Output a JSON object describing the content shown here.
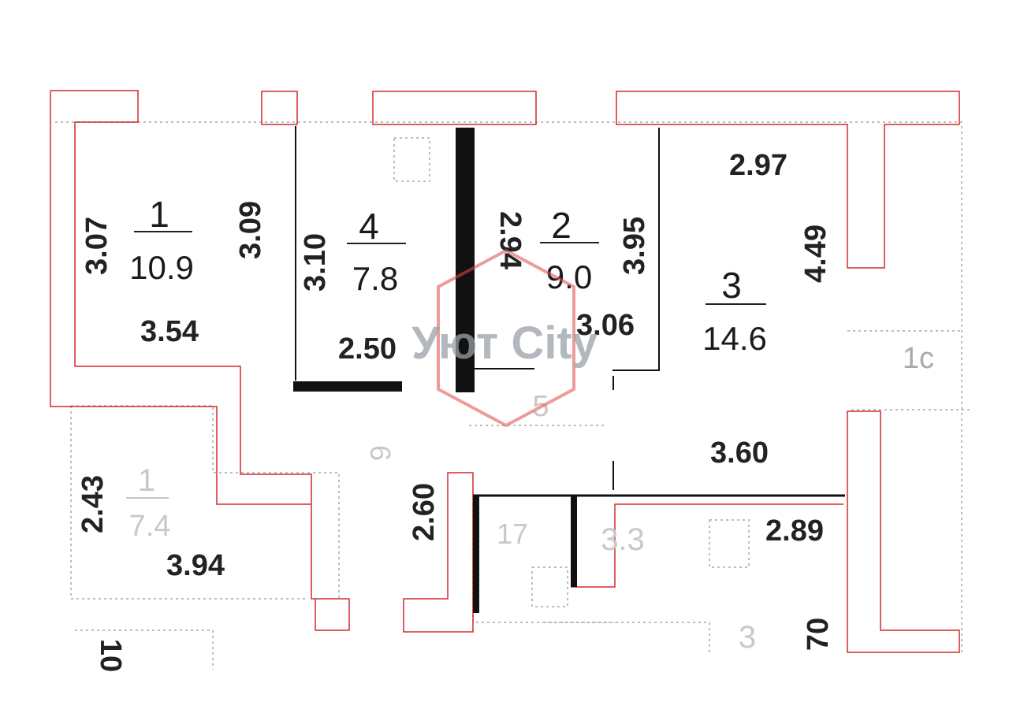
{
  "rooms": [
    {
      "number": "1",
      "area": "10.9"
    },
    {
      "number": "4",
      "area": "7.8"
    },
    {
      "number": "2",
      "area": "9.0"
    },
    {
      "number": "3",
      "area": "14.6"
    }
  ],
  "dimensions": {
    "room1_height": "3.07",
    "room1_width": "3.54",
    "room1_right": "3.09",
    "room4_height": "3.10",
    "room4_width": "2.50",
    "room2_left": "2.94",
    "room2_right": "3.95",
    "room2_width": "3.06",
    "room3_top": "2.97",
    "room3_height": "4.49",
    "hall_width": "3.60",
    "lower_left_height": "2.43",
    "lower_left_width": "3.94",
    "bath_height": "2.60",
    "lower_right_width": "2.89",
    "bottom_right": "70"
  },
  "faded_labels": {
    "neighbor_right": "1c",
    "lower_left_num": "1",
    "lower_left_area": "7.4",
    "hall_mid": "5",
    "hall_left": "6",
    "wc_num": "17",
    "bath_area": "3.3",
    "bottom_num": "3",
    "bottom_left": "10"
  },
  "watermark": "Уют City",
  "colors": {
    "outline": "#d42a2a",
    "watermark": "#9aa0aa",
    "watermark_hex": "#e04848"
  }
}
